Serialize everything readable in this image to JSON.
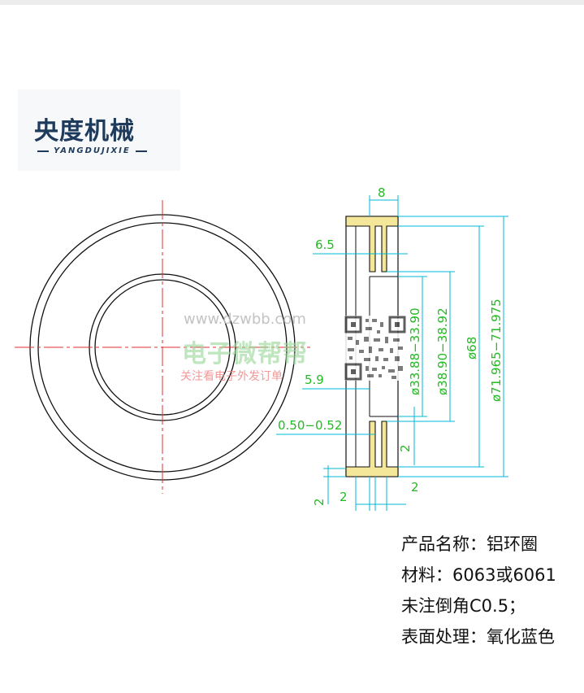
{
  "logo": {
    "name_cn": "央度机械",
    "name_en": "YANGDUJIXIE"
  },
  "watermark": {
    "url": "www.dzwbb.com",
    "name": "电子微帮帮",
    "subtitle": "关注看电子外发订单"
  },
  "dimensions": {
    "width_top": "8",
    "step_left": "6.5",
    "inner_step": "5.9",
    "groove_gap": "0.50−0.52",
    "groove_depth": "2",
    "base_height": "2",
    "bottom_w1": "2",
    "bottom_w2": "2",
    "d1": "ø33.88−33.90",
    "d2": "ø38.90−38.92",
    "d3": "ø68",
    "d4": "ø71.965−71.975"
  },
  "spec": {
    "product": "产品名称：铝环圈",
    "material": "材料：6063或6061",
    "chamfer": "未注倒角C0.5；",
    "surface": "表面处理：氧化蓝色"
  },
  "colors": {
    "dimension": "#00b7d6",
    "label": "#22bb22",
    "section_fill": "#f5e79a",
    "centerline": "#e03030",
    "outline": "#111111"
  }
}
